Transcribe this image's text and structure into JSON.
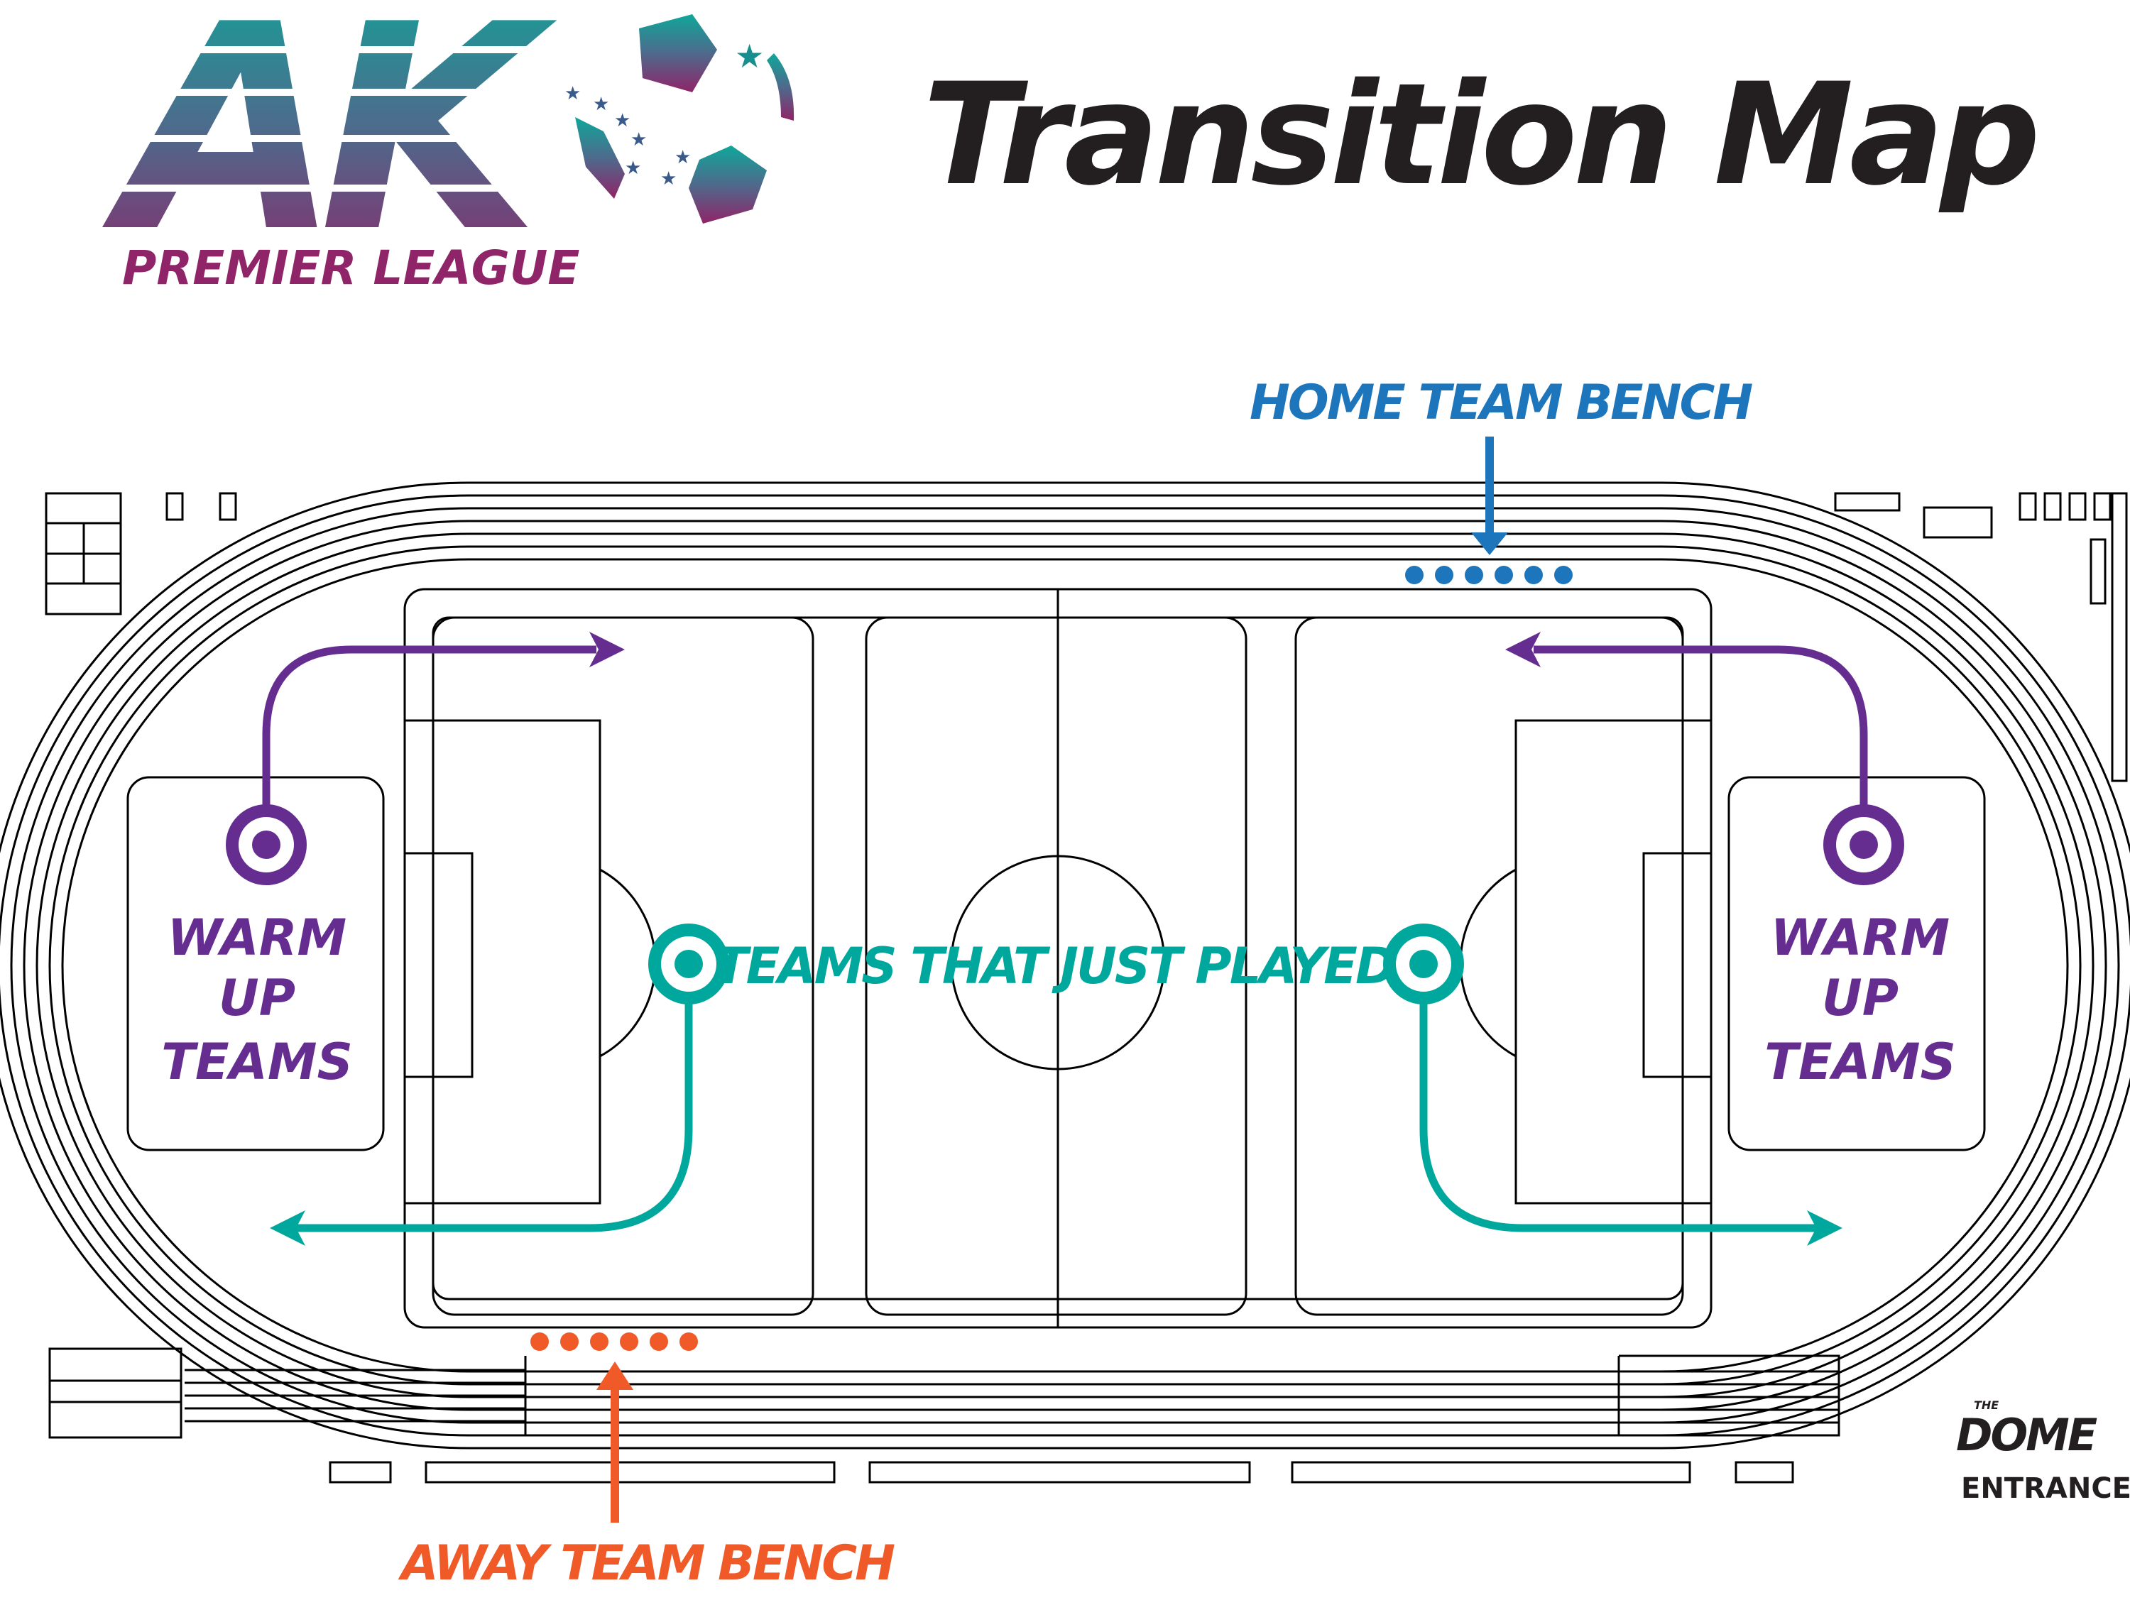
{
  "header": {
    "title": "Transition Map",
    "logo_letters": "AK",
    "logo_subtitle": "PREMIER LEAGUE"
  },
  "labels": {
    "home_bench": "HOME TEAM BENCH",
    "away_bench": "AWAY TEAM BENCH",
    "teams_just_played": "TEAMS THAT JUST PLAYED",
    "warm_up_left": [
      "WARM",
      "UP",
      "TEAMS"
    ],
    "warm_up_right": [
      "WARM",
      "UP",
      "TEAMS"
    ]
  },
  "venue": {
    "brand_small": "THE",
    "brand_name": "DOME",
    "entrance": "ENTRANCE"
  },
  "colors": {
    "home": "#1d75bc",
    "away": "#f05a28",
    "warm_up": "#662d91",
    "just_played": "#00a79d",
    "title": "#231f20",
    "logo_top": "#0fa79a",
    "logo_bottom": "#8f2468",
    "lines": "#000000"
  },
  "bench_seats": {
    "home": 6,
    "away": 6
  }
}
